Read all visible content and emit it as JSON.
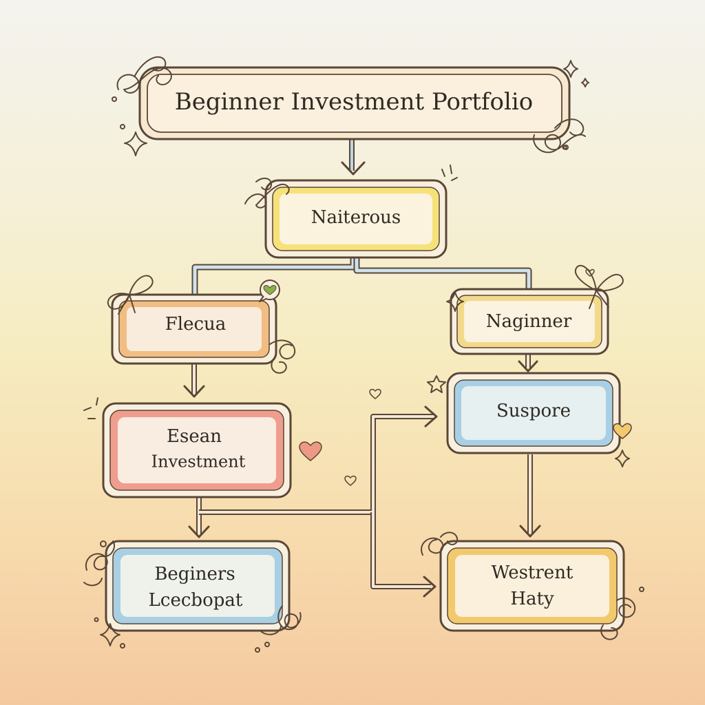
{
  "title": "Beginner Investment Portfolio",
  "nodes": {
    "naiterous": "Naiterous",
    "flecua": "Flecua",
    "naginner": "Naginner",
    "esean_line1": "Esean",
    "esean_line2": "Investment",
    "suspore": "Suspore",
    "beginers_line1": "Beginers",
    "beginers_line2": "Lcecbopat",
    "westrent_line1": "Westrent",
    "westrent_line2": "Haty"
  },
  "colors": {
    "outline": "#5a4636",
    "connector": "#5a4636",
    "connector_blue": "#a9c9d9",
    "title_fill": "#f8e9d2",
    "yellow": "#f6e27a",
    "orange": "#f2bd82",
    "red": "#ef9d8e",
    "blue": "#a9cfe4",
    "gold": "#f3c96e",
    "inner_fill": "#f8efdf",
    "heart": "#ec9a86"
  }
}
